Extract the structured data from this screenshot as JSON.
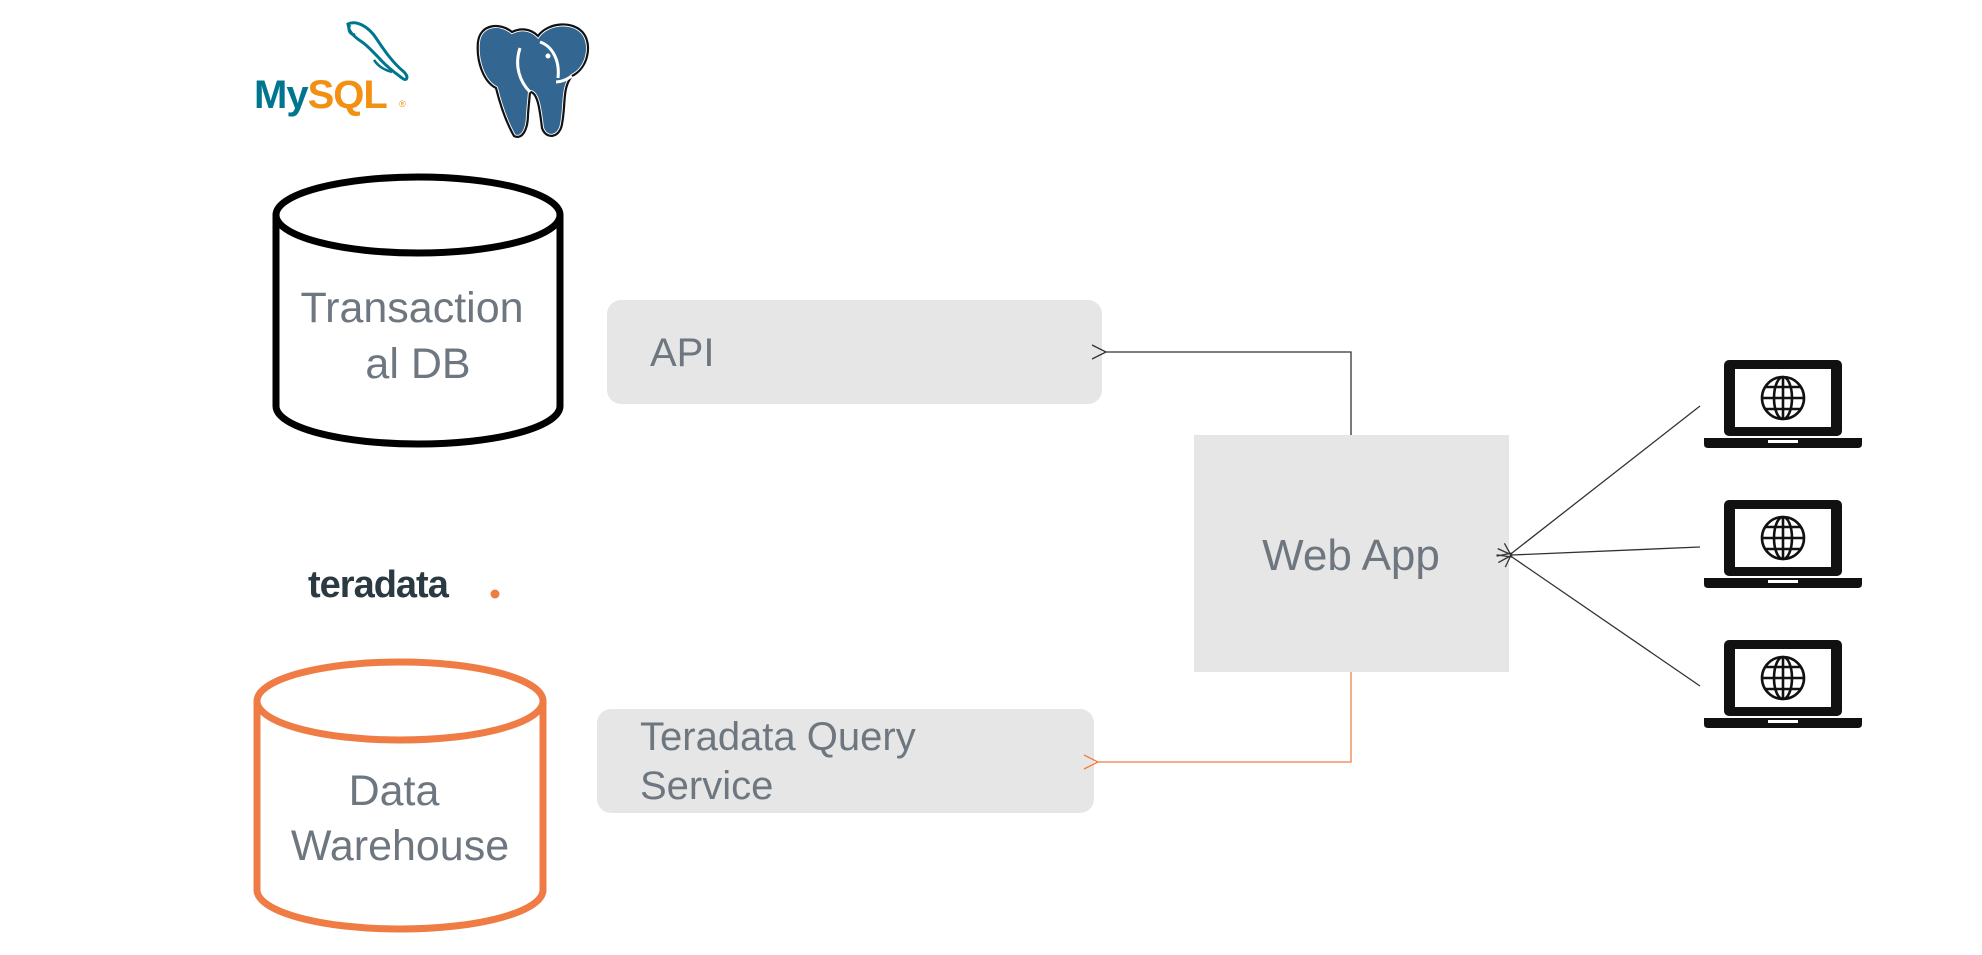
{
  "logos": {
    "mysql": "MySQL",
    "postgresql": "PostgreSQL",
    "teradata": "teradata"
  },
  "nodes": {
    "transactional_db": {
      "lines": [
        "Transaction",
        "al DB"
      ]
    },
    "data_warehouse": {
      "lines": [
        "Data",
        "Warehouse"
      ]
    },
    "api": {
      "lines": [
        "API"
      ]
    },
    "teradata_query_service": {
      "lines": [
        "Teradata Query",
        "Service"
      ]
    },
    "web_app": {
      "lines": [
        "Web App"
      ]
    }
  },
  "clients": [
    {
      "icon": "laptop-globe-icon"
    },
    {
      "icon": "laptop-globe-icon"
    },
    {
      "icon": "laptop-globe-icon"
    }
  ],
  "colors": {
    "box_fill": "#e6e6e6",
    "label_text": "#6e7780",
    "warehouse_orange": "#f07c45",
    "mysql_blue": "#00758f",
    "mysql_orange": "#f29111",
    "postgres_blue": "#336791",
    "teradata_dark": "#2b3a42",
    "arrow_black": "#333333"
  }
}
